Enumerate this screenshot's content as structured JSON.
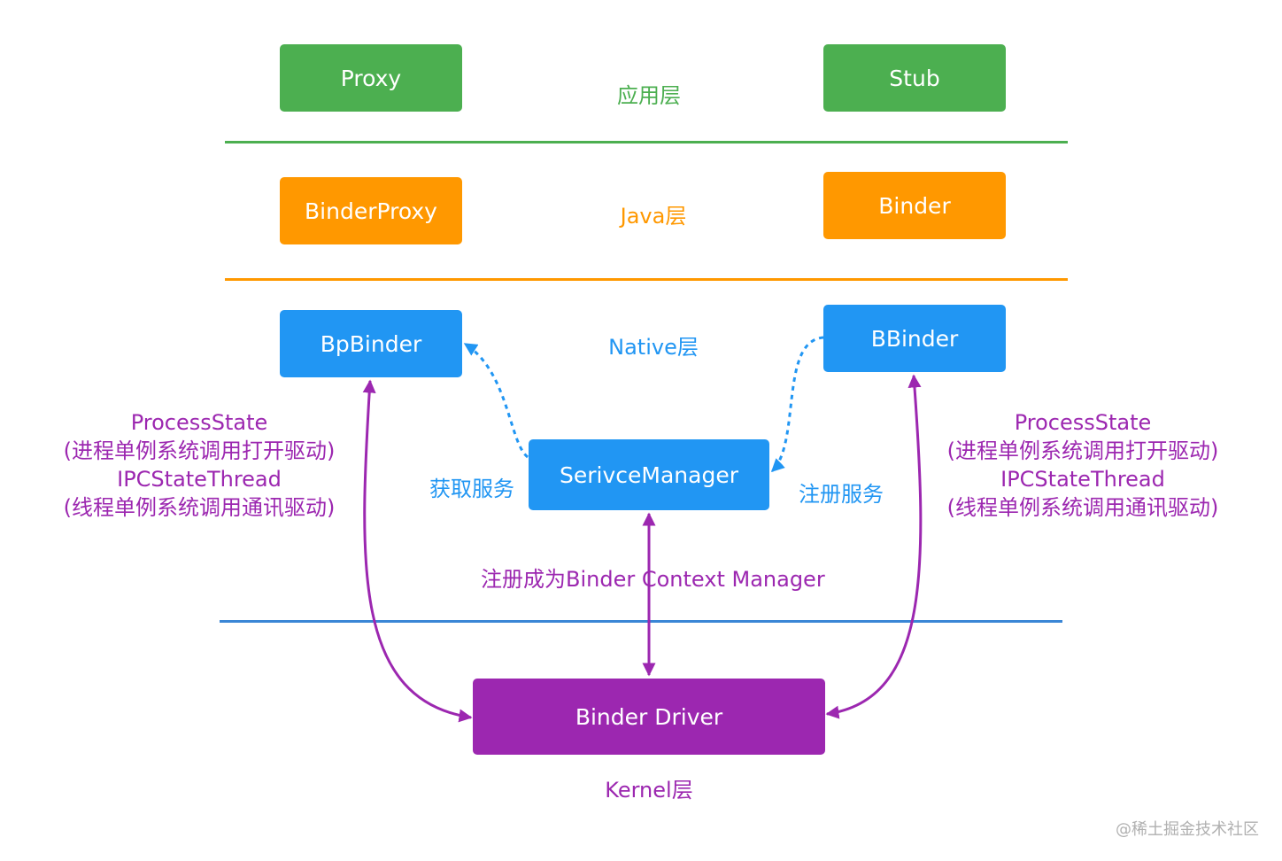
{
  "layers": {
    "app": "应用层",
    "java": "Java层",
    "native": "Native层",
    "kernel": "Kernel层"
  },
  "boxes": {
    "proxy": "Proxy",
    "stub": "Stub",
    "binder_proxy": "BinderProxy",
    "binder": "Binder",
    "bp_binder": "BpBinder",
    "b_binder": "BBinder",
    "service_manager": "SerivceManager",
    "binder_driver": "Binder Driver"
  },
  "labels": {
    "get_service": "获取服务",
    "register_service": "注册服务",
    "register_context_manager": "注册成为Binder Context Manager"
  },
  "left_notes": [
    "ProcessState",
    "(进程单例系统调用打开驱动)",
    "IPCStateThread",
    "(线程单例系统调用通讯驱动)"
  ],
  "right_notes": [
    "ProcessState",
    "(进程单例系统调用打开驱动)",
    "IPCStateThread",
    "(线程单例系统调用通讯驱动)"
  ],
  "watermark": "@稀土掘金技术社区",
  "colors": {
    "app": "#4caf50",
    "java": "#ff9800",
    "native": "#2196f3",
    "kernel": "#9c27b0"
  }
}
